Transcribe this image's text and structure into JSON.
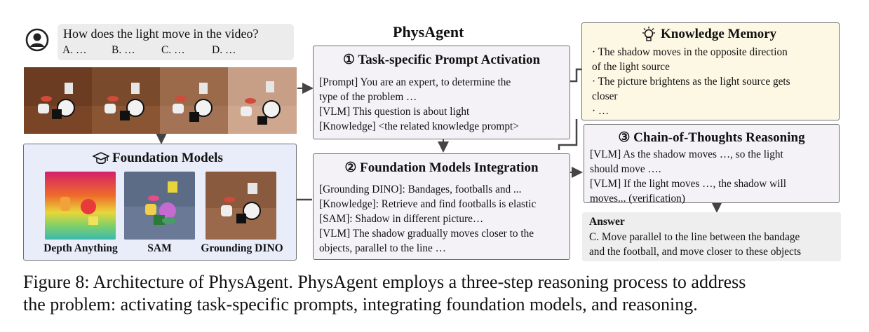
{
  "question": {
    "text": "How does the light move in the video?",
    "options": [
      "A. …",
      "B. …",
      "C. …",
      "D. …"
    ]
  },
  "physagent_title": "PhysAgent",
  "step1": {
    "title": "① Task-specific Prompt Activation",
    "lines": [
      "[Prompt] You are an expert, to determine the",
      "type of the problem …",
      "[VLM]  This question is about light",
      "[Knowledge] <the related knowledge prompt>"
    ]
  },
  "step2": {
    "title": "② Foundation Models Integration",
    "lines": [
      "[Grounding DINO]: Bandages, footballs and ...",
      "[Knowledge]: Retrieve and find footballs is elastic",
      "[SAM]: Shadow in different picture…",
      "[VLM] The shadow gradually moves closer to the",
      "objects, parallel to the line …"
    ]
  },
  "knowledge": {
    "title": "Knowledge Memory",
    "lines": [
      "· The shadow moves in the opposite direction",
      "of the light source",
      "· The picture brightens as the light source gets",
      "closer",
      "· …"
    ]
  },
  "step3": {
    "title": "③ Chain-of-Thoughts Reasoning",
    "lines": [
      "[VLM] As the shadow moves …, so the light",
      "should move ….",
      "[VLM] If the light moves …, the shadow will",
      "moves... (verification)"
    ]
  },
  "answer": {
    "title": "Answer",
    "lines": [
      "C. Move parallel to the line between the bandage",
      "and the football, and move closer to these objects"
    ]
  },
  "foundation": {
    "title": "Foundation Models",
    "models": [
      "Depth Anything",
      "SAM",
      "Grounding DINO"
    ]
  },
  "caption": {
    "line1": "Figure 8: Architecture of PhysAgent. PhysAgent employs a three-step reasoning process to address",
    "line2": "the problem: activating task-specific prompts, integrating foundation models, and reasoning."
  },
  "icons": {
    "user": "user-avatar-icon",
    "bulb": "lightbulb-icon",
    "cap": "graduation-cap-icon"
  },
  "colors": {
    "knowledge_bg": "#fdf8e4",
    "foundation_bg": "#e9edf9",
    "step_bg": "#f5f2f7",
    "answer_bg": "#eeeeee"
  }
}
